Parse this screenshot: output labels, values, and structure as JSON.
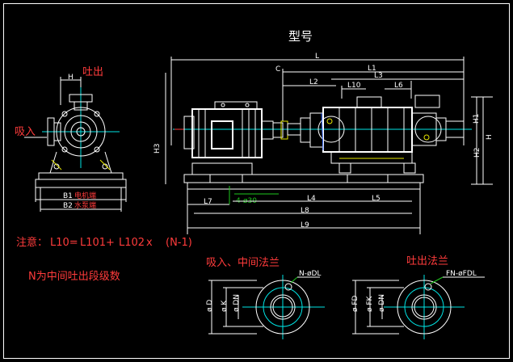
{
  "title": "型号",
  "side_view": {
    "dim_top": "H",
    "outlet": "吐出",
    "inlet": "吸入",
    "b1_label": "B1",
    "b1_note": "电机端",
    "b2_label": "B2",
    "b2_note": "水泵端"
  },
  "front_view": {
    "dims": {
      "L": "L",
      "C": "C",
      "L1": "L1",
      "L3": "L3",
      "L2": "L2",
      "L10": "L10",
      "L6": "L6",
      "H1": "H1",
      "H": "H",
      "H2": "H2",
      "H3": "H3",
      "L7": "L7",
      "holes": "4-ø30",
      "L4": "L4",
      "L5": "L5",
      "L8": "L8",
      "L9": "L9"
    }
  },
  "notes": {
    "formula_prefix": "注意：",
    "formula_lhs": "L10=",
    "formula_t1": "L101",
    "formula_plus": "+",
    "formula_t2": "L102",
    "formula_x": "x",
    "formula_n": "(N-1)",
    "n_meaning": "N为中间吐出段级数"
  },
  "flanges": {
    "suction_title": "吸入、中间法兰",
    "suction_holes": "N-øDL",
    "suction_d": "ø D",
    "suction_k": "ø K",
    "suction_dn": "ø DN",
    "discharge_title": "吐出法兰",
    "discharge_holes": "FN-øFDL",
    "discharge_d": "ø FD",
    "discharge_k": "ø FK",
    "discharge_dn": "ø DN"
  },
  "colors": {
    "background": "#000000",
    "frame": "#ffffff",
    "annotation_red": "#ff3b3b",
    "centerline_cyan": "#00e5e5",
    "leader_green": "#1ec81e",
    "hatch_yellow": "#e6e600",
    "aux_blue": "#3a6cff"
  }
}
